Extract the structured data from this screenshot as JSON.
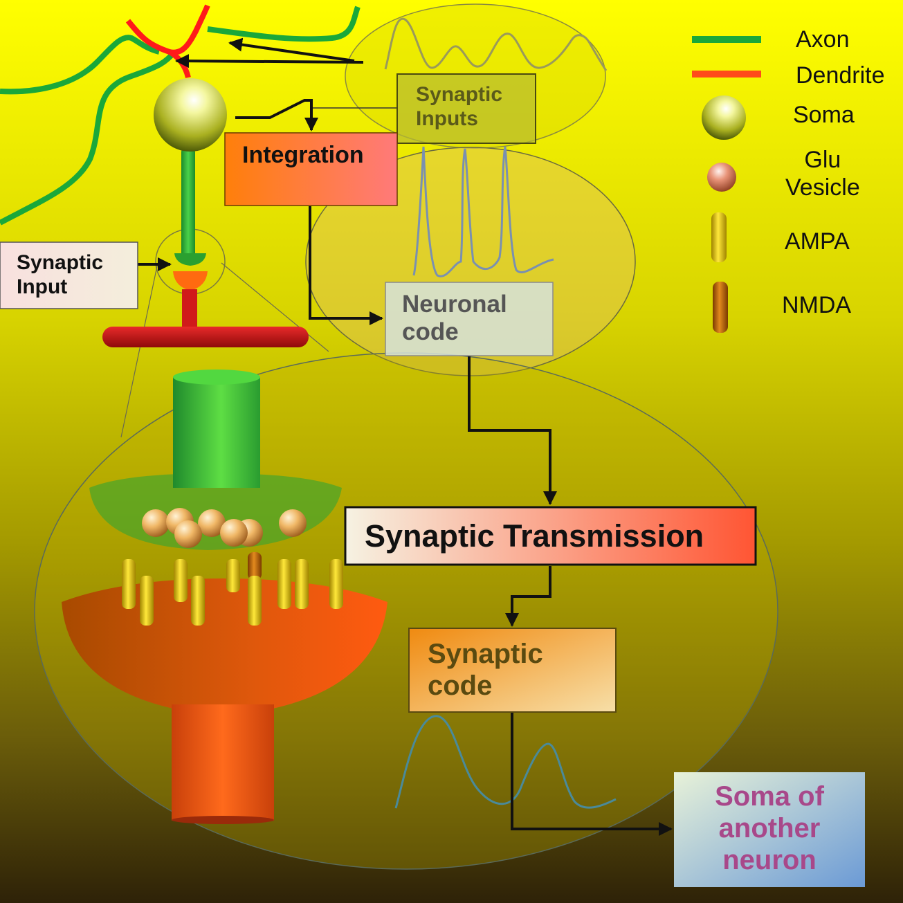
{
  "legend": {
    "axon": "Axon",
    "dendrite": "Dendrite",
    "soma": "Soma",
    "glu_vesicle": "Glu\nVesicle",
    "ampa": "AMPA",
    "nmda": "NMDA"
  },
  "boxes": {
    "synaptic_inputs": "Synaptic\nInputs",
    "integration": "Integration",
    "synaptic_input": "Synaptic\nInput",
    "neuronal_code": "Neuronal\ncode",
    "synaptic_transmission": "Synaptic Transmission",
    "synaptic_code": "Synaptic\ncode",
    "soma_of_another_neuron": "Soma of\nanother\nneuron"
  },
  "colors": {
    "axon": "#1aa83a",
    "dendrite": "#ff4a1a",
    "background_top": "#ffff00",
    "background_bottom": "#2e2208"
  }
}
